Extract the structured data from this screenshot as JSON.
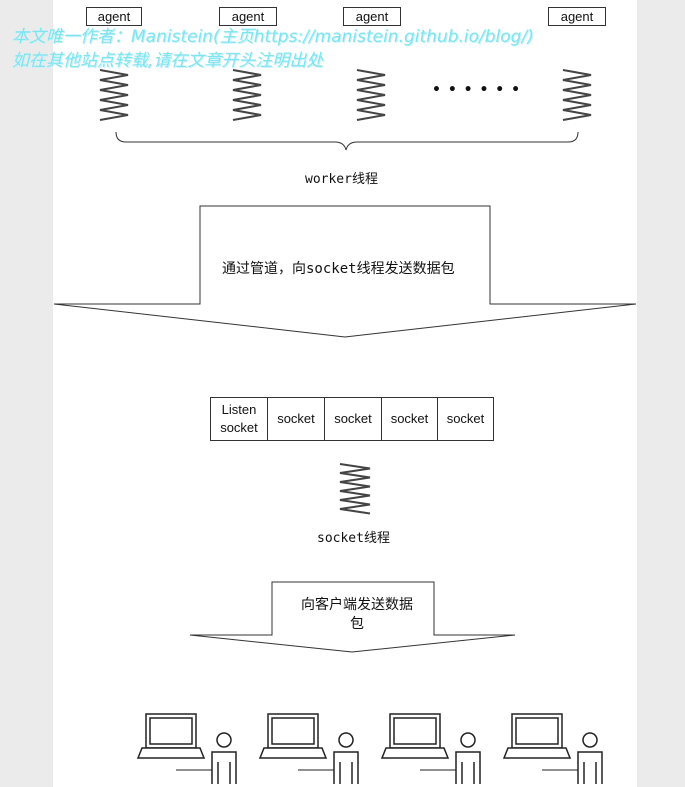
{
  "agents": [
    "agent",
    "agent",
    "agent",
    "agent"
  ],
  "ellipsis": "• • • • • •",
  "worker_label": "worker线程",
  "arrow1_text": "通过管道，向socket线程发送数据包",
  "socket_cells": [
    "Listen\nsocket",
    "socket",
    "socket",
    "socket",
    "socket"
  ],
  "socket_thread_label": "socket线程",
  "arrow2_text": "向客户端发送数据包",
  "watermark": {
    "line1": "本文唯一作者：Manistein(主页https://manistein.github.io/blog/)",
    "line2": "如在其他站点转载,请在文章开头注明出处"
  },
  "colors": {
    "stroke": "#333333",
    "watermark": "#7fe3f0",
    "side_bg": "#ebebeb"
  },
  "icons": [
    "spring-icon",
    "laptop-icon",
    "person-icon"
  ]
}
